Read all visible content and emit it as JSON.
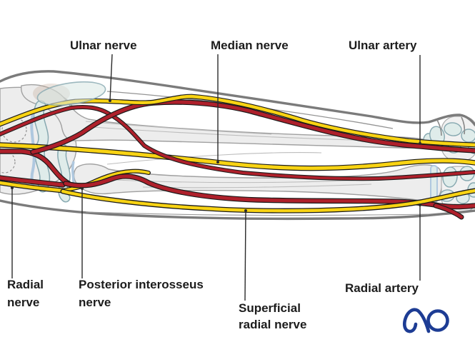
{
  "labels": {
    "ulnar_nerve": "Ulnar nerve",
    "median_nerve": "Median nerve",
    "ulnar_artery": "Ulnar artery",
    "radial_nerve": [
      "Radial",
      "nerve"
    ],
    "posterior_interosseus_nerve": [
      "Posterior interosseus",
      "nerve"
    ],
    "superficial_radial_nerve": [
      "Superficial",
      "radial nerve"
    ],
    "radial_artery": "Radial artery"
  },
  "logo": {
    "text": "AO",
    "color": "#1D3C94"
  },
  "colors": {
    "nerve_yellow": "#F8D313",
    "artery_red": "#AE202B",
    "outline_black": "#1a1a1a",
    "bone_fill": "#EDEDED",
    "bone_stroke": "#A0A0A0",
    "cartilage_fill": "#DFECEA",
    "cartilage_stroke": "#86A8B0",
    "skin_gray": "#7B7B7B",
    "label_text": "#1C1C1C"
  }
}
